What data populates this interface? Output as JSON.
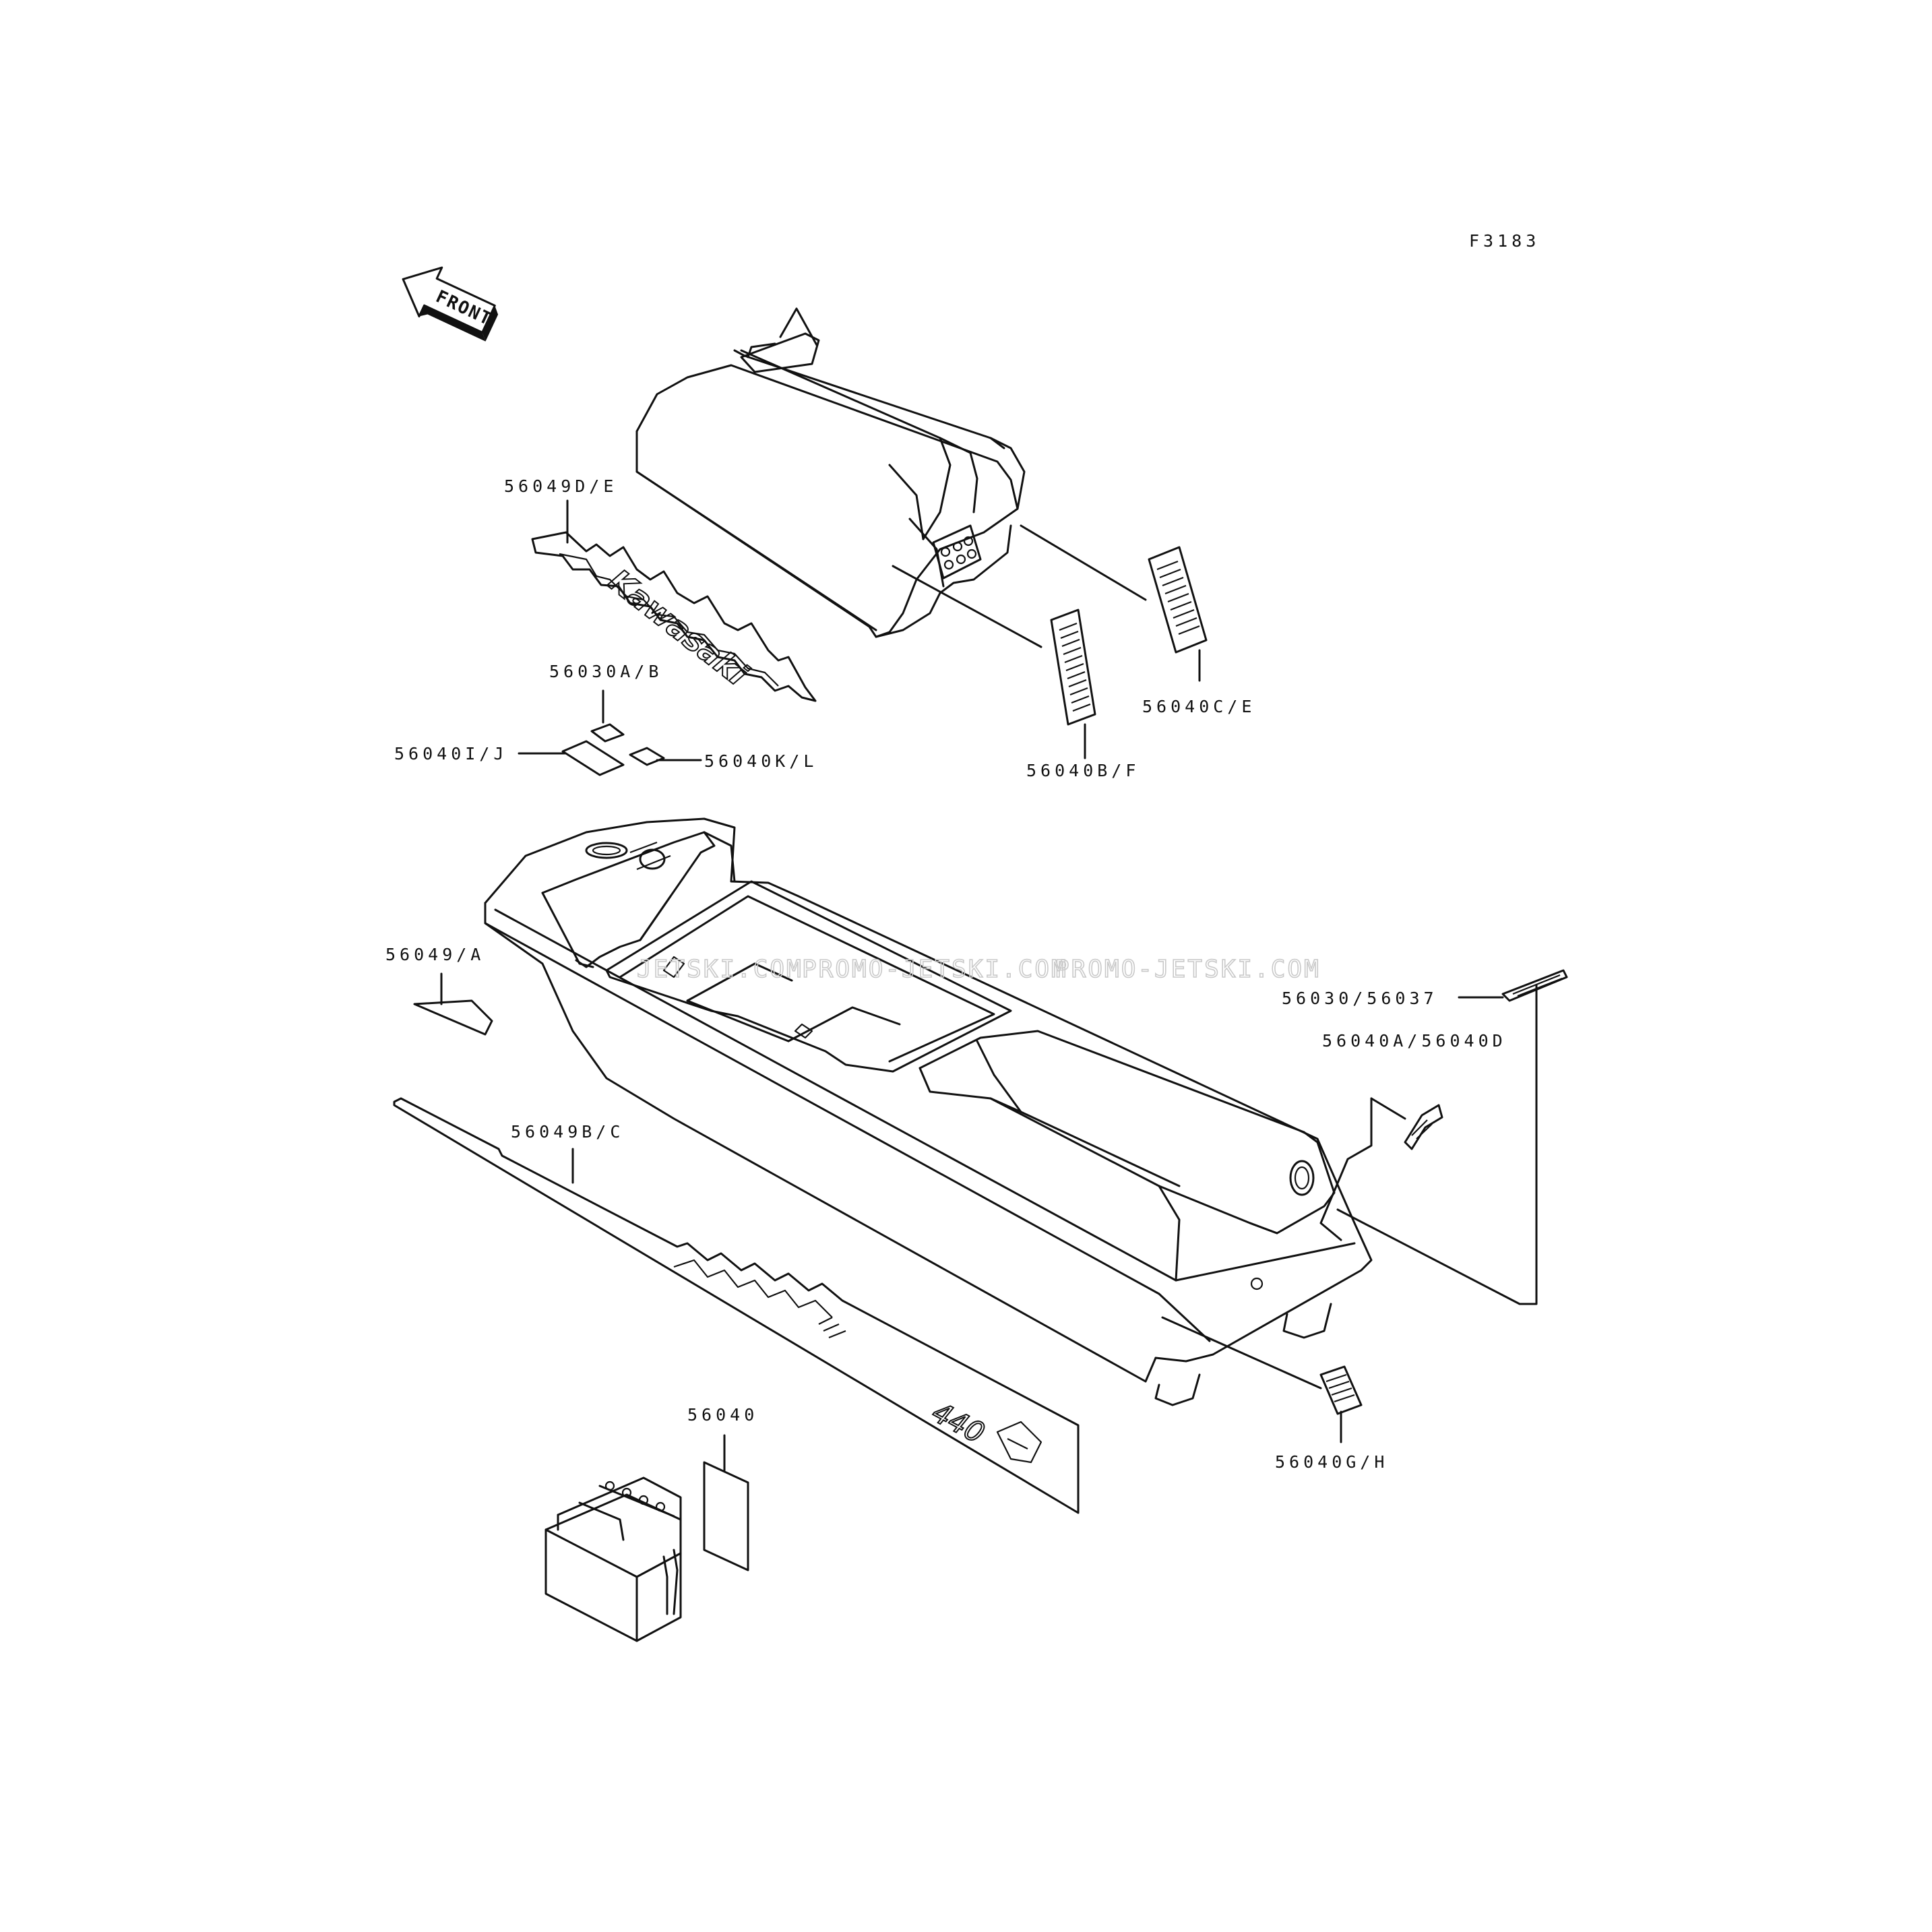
{
  "figure_code": "F3183",
  "front_arrow_text": "FRONT",
  "watermark": [
    "JETSKI.COM",
    "PROMO-JETSKI.COM",
    "PROMO-JETSKI.COM"
  ],
  "decal_brand_text": "Kawasaki",
  "model_decal_text": "440",
  "labels": {
    "p56049DE": "56049D/E",
    "p56030AB": "56030A/B",
    "p56040IJ": "56040I/J",
    "p56040KL": "56040K/L",
    "p56040CE": "56040C/E",
    "p56040BF": "56040B/F",
    "p56049A": "56049/A",
    "p56030_56037": "56030/56037",
    "p56040A_56040D": "56040A/56040D",
    "p56049BC": "56049B/C",
    "p56040GH": "56040G/H",
    "p56040": "56040"
  }
}
